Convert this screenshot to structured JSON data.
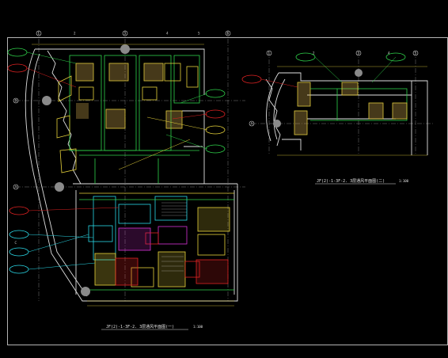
{
  "drawing": {
    "colors": {
      "background": "#000000",
      "wall": "#e0e0e0",
      "duct_green": "#2fd24a",
      "duct_yellow": "#e6d23a",
      "cyan": "#2ad9e8",
      "red": "#e02222",
      "magenta": "#d633d6",
      "tag_fill": "#8a8a8a"
    },
    "left_plan": {
      "title": "JF(2)-1-3F-2. 3层通风平面图(一)",
      "scale": "1:100",
      "grid_labels": [
        "1",
        "2",
        "3",
        "4",
        "5",
        "6",
        "A",
        "B",
        "C"
      ]
    },
    "right_plan": {
      "title": "JF(2)-1-3F-2. 3层通风平面图(二)",
      "scale": "1:100",
      "grid_labels": [
        "1",
        "2",
        "3",
        "4",
        "5",
        "A"
      ]
    }
  }
}
